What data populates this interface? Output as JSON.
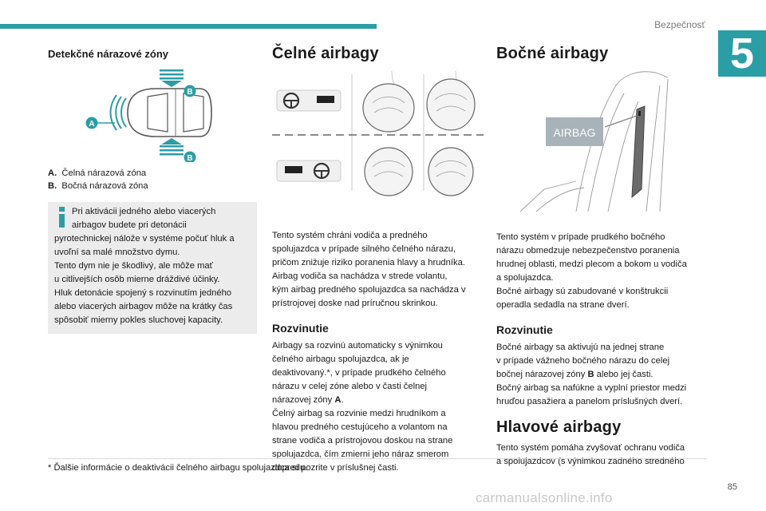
{
  "header": {
    "section": "Bezpečnosť",
    "chapter": "5"
  },
  "col1": {
    "heading": "Detekčné nárazové zóny",
    "figure_labels": {
      "a": "A",
      "b_top": "B",
      "b_bottom": "B"
    },
    "legend": [
      {
        "key": "A.",
        "text": "Čelná nárazová zóna"
      },
      {
        "key": "B.",
        "text": "Bočná nárazová zóna"
      }
    ],
    "note": {
      "icon": "info-icon",
      "lines": [
        "Pri aktivácii jedného alebo viacerých",
        "airbagov budete pri detonácii",
        "pyrotechnickej nálože v systéme počuť hluk a",
        "uvoľní sa malé množstvo dymu.",
        "Tento dym nie je škodlivý, ale môže mať",
        "u citlivejších osôb mierne dráždivé účinky.",
        "Hluk detonácie spojený s rozvinutím jedného",
        "alebo viacerých airbagov môže na krátky čas",
        "spôsobiť mierny pokles sluchovej kapacity."
      ]
    }
  },
  "col2": {
    "heading": "Čelné airbagy",
    "intro": [
      "Tento systém chráni vodiča a predného",
      "spolujazdca v prípade silného čelného nárazu,",
      "pričom znižuje riziko poranenia hlavy a hrudníka.",
      "Airbag vodiča sa nachádza v strede volantu,",
      "kým airbag predného spolujazdca sa nachádza v",
      "prístrojovej doske nad príručnou skrinkou."
    ],
    "sub_heading": "Rozvinutie",
    "deploy": [
      "Airbagy sa rozvinú automaticky s výnimkou",
      "čelného airbagu spolujazdca, ak je",
      "deaktivovaný.*, v prípade prudkého čelného",
      "nárazu v celej zóne alebo v časti čelnej",
      "nárazovej zóny "
    ],
    "deploy_zone": "A",
    "deploy_zone_end": ".",
    "deploy2": [
      "Čelný airbag sa rozvinie medzi hrudníkom a",
      "hlavou predného cestujúceho a volantom na",
      "strane vodiča a prístrojovou doskou na strane",
      "spolujazdca, čím zmierni jeho náraz smerom",
      "dopredu."
    ]
  },
  "col3": {
    "heading": "Bočné airbagy",
    "figure_label": "AIRBAG",
    "intro": [
      "Tento systém v prípade prudkého bočného",
      "nárazu obmedzuje nebezpečenstvo poranenia",
      "hrudnej oblasti, medzi plecom a bokom u vodiča",
      "a spolujazdca.",
      "Bočné airbagy sú zabudované v konštrukcii",
      "operadla sedadla na strane dverí."
    ],
    "sub_heading": "Rozvinutie",
    "deploy_a": [
      "Bočné airbagy sa aktivujú na jednej strane",
      "v prípade vážneho bočného nárazu do celej"
    ],
    "deploy_b_pre": "bočnej nárazovej zóny ",
    "deploy_b_key": "B",
    "deploy_b_post": " alebo jej časti.",
    "deploy_c": [
      "Bočný airbag sa nafúkne a vyplní priestor medzi",
      "hruďou pasažiera a panelom príslušných dverí."
    ],
    "heading2": "Hlavové airbagy",
    "head_intro": [
      "Tento systém pomáha zvyšovať ochranu vodiča",
      "a spolujazdcov (s výnimkou zadného stredného"
    ]
  },
  "footer": {
    "footnote": "* Ďalšie informácie o deaktivácii čelného airbagu spolujazdca si pozrite v príslušnej časti.",
    "page": "85",
    "watermark": "carmanualsonline.info"
  },
  "colors": {
    "accent": "#2b9da5",
    "zone_a": "#2b9da5",
    "zone_b": "#2b9da5",
    "note_bg": "#ececec"
  }
}
